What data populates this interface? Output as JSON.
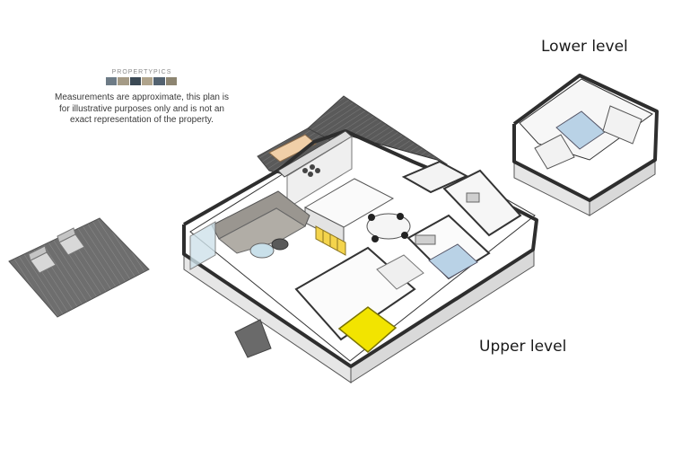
{
  "logo": {
    "brand": "PROPERTYPICS"
  },
  "disclaimer": "Measurements are approximate, this plan is for illustrative purposes only and is not an exact representation of the property.",
  "labels": {
    "lower": "Lower level",
    "upper": "Upper level"
  },
  "colors": {
    "wall_top": "#3b3b3b",
    "wall_face": "#e9e9e9",
    "floor": "#ffffff",
    "deck": "#6e6e6e",
    "deck_lines": "#888888",
    "highlight_bed": "#f2e400",
    "sofa": "#9a9690",
    "bed_blue": "#b9d2e6",
    "timber": "#d6a77a"
  }
}
